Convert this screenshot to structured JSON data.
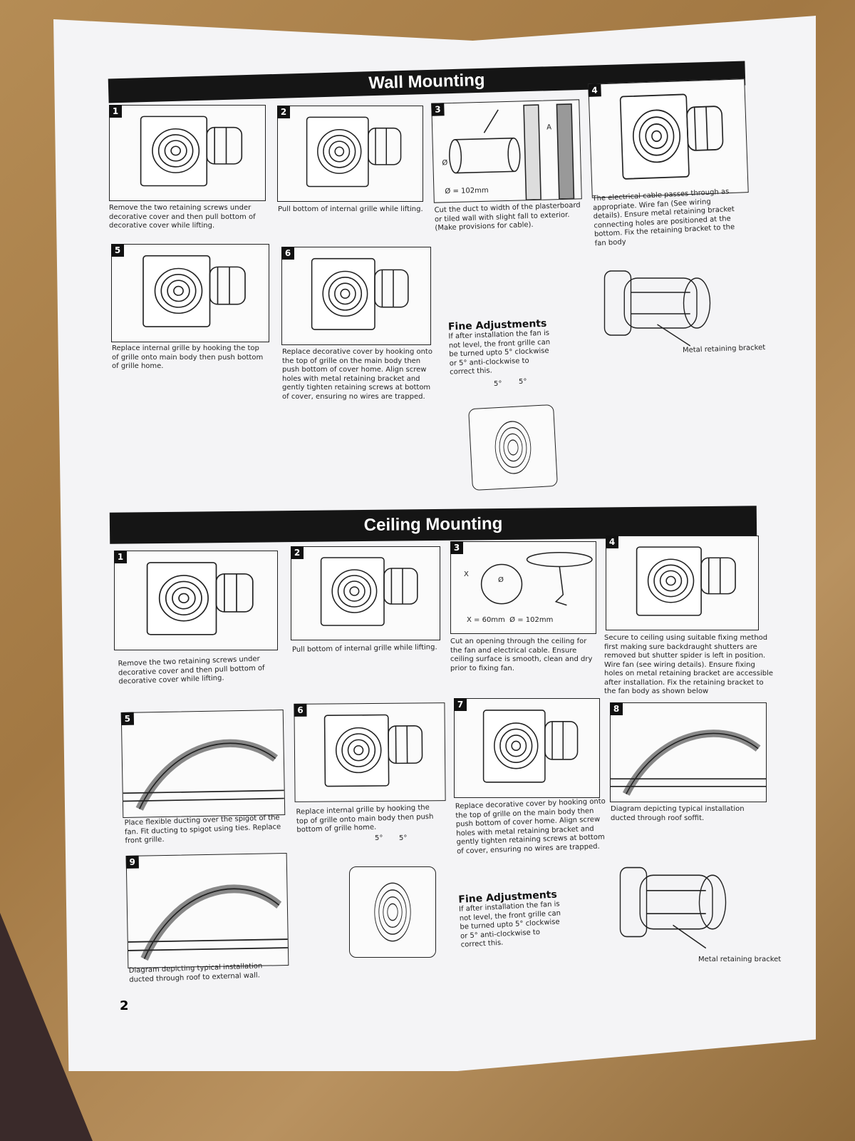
{
  "wall": {
    "title": "Wall Mounting",
    "steps": [
      {
        "n": "1",
        "caption": "Remove the two retaining screws under decorative cover and then pull bottom of decorative cover while lifting."
      },
      {
        "n": "2",
        "caption": "Pull bottom of internal grille while lifting."
      },
      {
        "n": "3",
        "caption": "Cut the duct to width of the plasterboard or tiled wall with slight fall to exterior. (Make provisions for cable).",
        "diameter": "Ø = 102mm",
        "a_label": "A",
        "d_label": "Ø"
      },
      {
        "n": "4",
        "caption": "The electrical cable passes through as appropriate. Wire fan (See wiring details). Ensure metal retaining bracket connecting holes are positioned at the bottom. Fix the retaining bracket to the fan body"
      },
      {
        "n": "5",
        "caption": "Replace internal grille by hooking the top of grille onto main body then push bottom of grille home."
      },
      {
        "n": "6",
        "caption": "Replace decorative cover by hooking onto the top of grille on the main body then push bottom of cover home. Align screw holes with metal retaining bracket and gently tighten retaining screws at bottom of cover, ensuring no wires are trapped."
      }
    ],
    "fine": {
      "title": "Fine Adjustments",
      "text": "If after installation the fan is not level, the front grille can be turned upto 5° clockwise or 5° anti-clockwise to correct this.",
      "angle_left": "5°",
      "angle_right": "5°"
    },
    "bracket_label": "Metal retaining bracket"
  },
  "ceiling": {
    "title": "Ceiling Mounting",
    "steps": [
      {
        "n": "1",
        "caption": "Remove the two retaining screws under decorative cover and then pull bottom of decorative cover while lifting."
      },
      {
        "n": "2",
        "caption": "Pull bottom of internal grille while lifting."
      },
      {
        "n": "3",
        "caption": "Cut an opening through the ceiling for the fan and electrical cable. Ensure ceiling surface is smooth, clean and dry prior to fixing fan.",
        "dims": "X = 60mm  Ø = 102mm",
        "x_label": "X",
        "d_label": "Ø"
      },
      {
        "n": "4",
        "caption": "Secure to ceiling using suitable fixing method first making sure backdraught shutters are removed but shutter spider is left in position. Wire fan (see wiring details). Ensure fixing holes on metal retaining bracket are accessible after installation. Fix the retaining bracket to the fan body as shown below"
      },
      {
        "n": "5",
        "caption": "Place flexible ducting over the spigot of the fan. Fit ducting to spigot using ties. Replace front grille."
      },
      {
        "n": "6",
        "caption": "Replace internal grille by hooking the top of grille onto main body then push bottom of grille home."
      },
      {
        "n": "7",
        "caption": "Replace decorative cover by hooking onto the top of grille on the main body then push bottom of cover home. Align screw holes with metal retaining bracket and gently tighten retaining screws at bottom of cover, ensuring no wires are trapped."
      },
      {
        "n": "8",
        "caption": "Diagram depicting typical installation ducted through roof soffit."
      },
      {
        "n": "9",
        "caption": "Diagram depicting typical installation ducted through roof to external wall."
      }
    ],
    "fine": {
      "title": "Fine Adjustments",
      "text": "If after installation the fan is not level, the front grille can be turned upto 5° clockwise or 5° anti-clockwise to correct this.",
      "angle_left": "5°",
      "angle_right": "5°"
    },
    "bracket_label": "Metal retaining bracket"
  },
  "page_number": "2"
}
